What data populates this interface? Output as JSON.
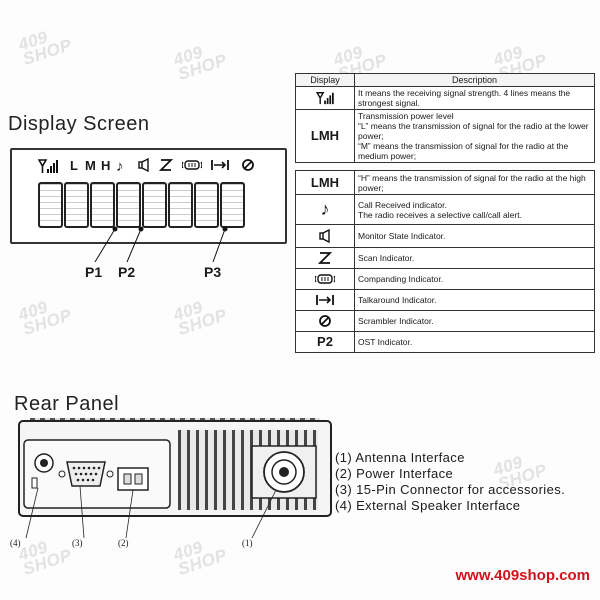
{
  "watermark": {
    "line1": "409",
    "line2": "SHOP",
    "reg": "®"
  },
  "display_section": {
    "title": "Display Screen",
    "lcd_icons": [
      "LMH-L",
      "LMH-M",
      "LMH-H"
    ],
    "lcd_icon_text": {
      "l": "L",
      "m": "M",
      "h": "H"
    },
    "callouts": {
      "p1": "P1",
      "p2": "P2",
      "p3": "P3"
    }
  },
  "table": {
    "header": {
      "display": "Display",
      "description": "Description"
    },
    "rows": [
      {
        "symbol_icon": "signal-strength-icon",
        "description": "It means the receiving signal strength. 4 lines means the strongest signal."
      },
      {
        "symbol": "LMH",
        "description": "Transmission power level\n“L” means the transmission of signal for the radio at the lower power;\n“M” means the transmission of signal for the radio at the medium power;"
      },
      {
        "symbol": "LMH",
        "description": "“H” means the transmission of signal for the radio at the high power;"
      },
      {
        "symbol_icon": "music-note-icon",
        "description": "Call Received indicator.\nThe radio receives a selective call/call alert."
      },
      {
        "symbol_icon": "monitor-speaker-icon",
        "description": "Monitor State Indicator."
      },
      {
        "symbol_icon": "scan-icon",
        "description": "Scan Indicator."
      },
      {
        "symbol_icon": "companding-icon",
        "description": "Companding Indicator."
      },
      {
        "symbol_icon": "talkaround-icon",
        "description": "Talkaround Indicator."
      },
      {
        "symbol_icon": "scrambler-icon",
        "description": "Scrambler Indicator."
      },
      {
        "symbol": "P2",
        "description": "OST Indicator."
      }
    ]
  },
  "rear_section": {
    "title": "Rear Panel",
    "items": [
      {
        "num": "(1)",
        "label": "Antenna Interface"
      },
      {
        "num": "(2)",
        "label": "Power Interface"
      },
      {
        "num": "(3)",
        "label": "15-Pin Connector for accessories."
      },
      {
        "num": "(4)",
        "label": "External Speaker Interface"
      }
    ],
    "refs": [
      "(4)",
      "(3)",
      "(2)",
      "(1)"
    ]
  },
  "footer": {
    "url": "www.409shop.com"
  }
}
